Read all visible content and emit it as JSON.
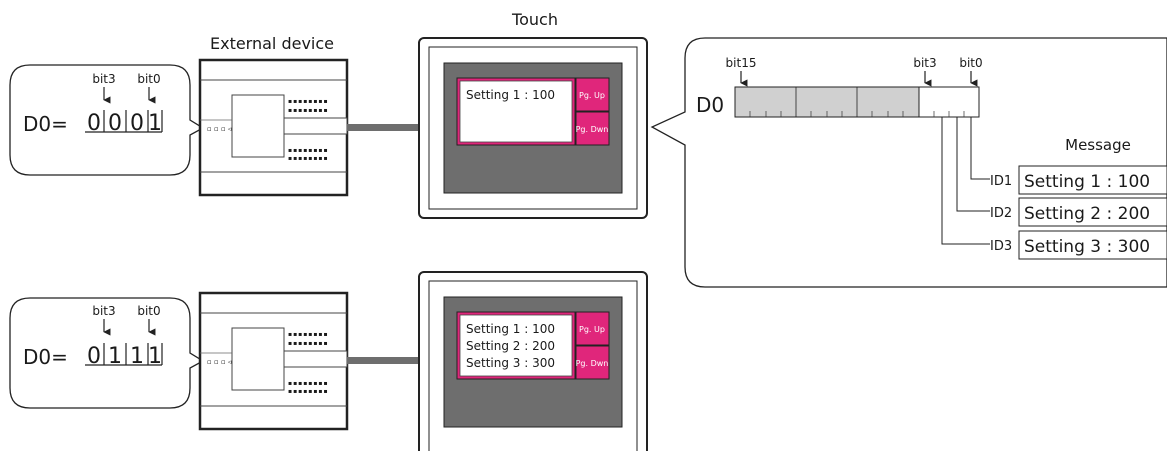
{
  "top": {
    "label_touch": "Touch",
    "label_external": "External device",
    "register": "D0=",
    "bit_left": "bit3",
    "bit_right": "bit0",
    "digits": [
      "0",
      "0",
      "0",
      "1"
    ],
    "screen_lines": [
      "Setting 1 : 100"
    ]
  },
  "bottom": {
    "register": "D0=",
    "bit_left": "bit3",
    "bit_right": "bit0",
    "digits": [
      "0",
      "1",
      "1",
      "1"
    ],
    "screen_lines": [
      "Setting 1 : 100",
      "Setting 2 : 200",
      "Setting 3 : 300"
    ]
  },
  "buttons": {
    "up": "Pg. Up",
    "down": "Pg. Dwn"
  },
  "detail": {
    "register": "D0",
    "bit15": "bit15",
    "bit3": "bit3",
    "bit0": "bit0",
    "message_heading": "Message",
    "messages": [
      {
        "id": "ID1",
        "text": "Setting 1 : 100"
      },
      {
        "id": "ID2",
        "text": "Setting 2 : 200"
      },
      {
        "id": "ID3",
        "text": "Setting 3 : 300"
      }
    ]
  },
  "colors": {
    "accent": "#e0267b",
    "border_dark": "#222222",
    "screen_gray": "#6e6e6e",
    "bit_gray": "#d0d0d0"
  }
}
